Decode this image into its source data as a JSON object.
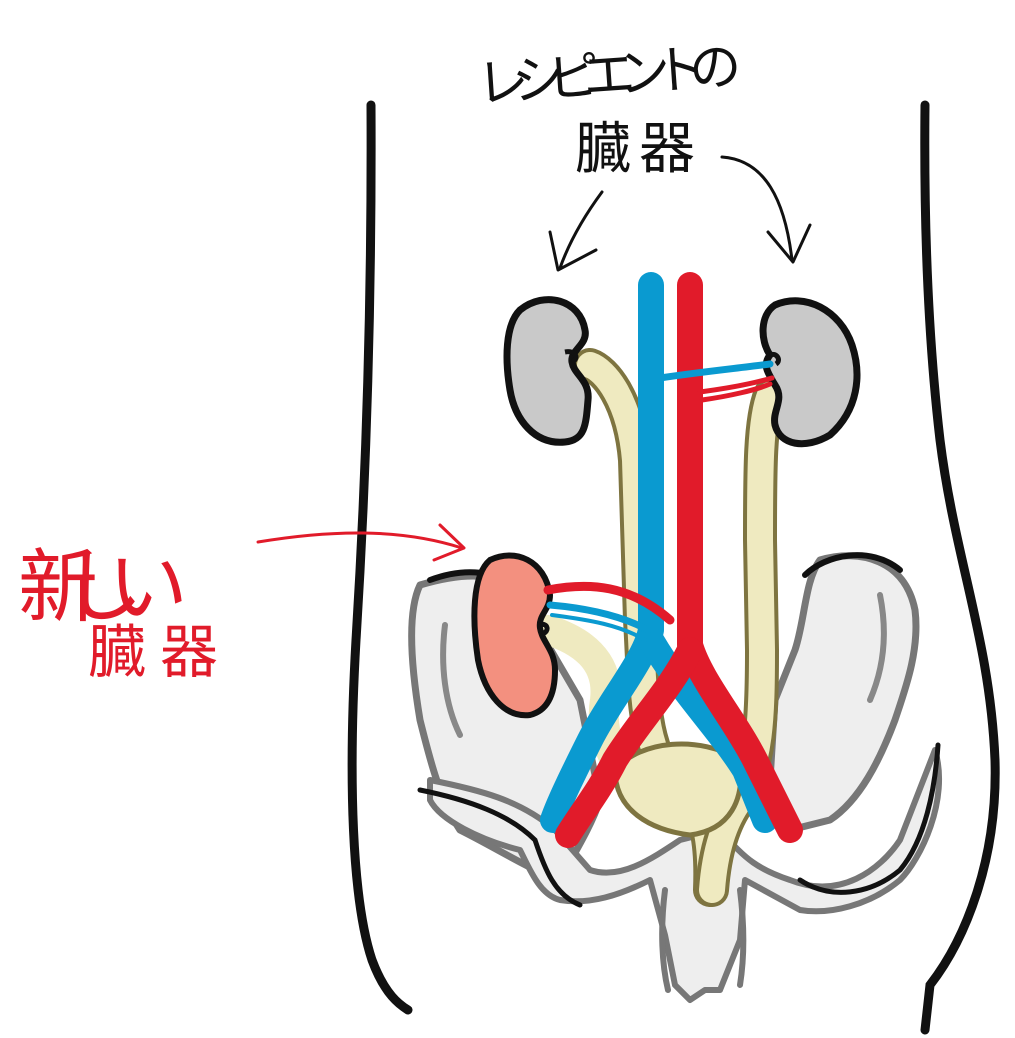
{
  "labels": {
    "recipient_line1": "レシピエントの",
    "recipient_line2": "臓器",
    "new_line1": "新しい",
    "new_line2": "臓器"
  },
  "colors": {
    "outline": "#111111",
    "recipient_kidney_fill": "#c9c9c9",
    "new_kidney_fill": "#f3907f",
    "artery": "#e11b2a",
    "vein": "#0a9ad0",
    "ureter_fill": "#efeac0",
    "ureter_outline": "#7e7440",
    "pelvis_fill": "#eeeeee",
    "pelvis_outline": "#777777",
    "new_label_color": "#e11b2a",
    "label_color": "#111111"
  },
  "icons": {
    "left_arrow": "curved-arrow-down-left",
    "right_arrow": "curved-arrow-down-right",
    "new_arrow": "arrow-right"
  }
}
